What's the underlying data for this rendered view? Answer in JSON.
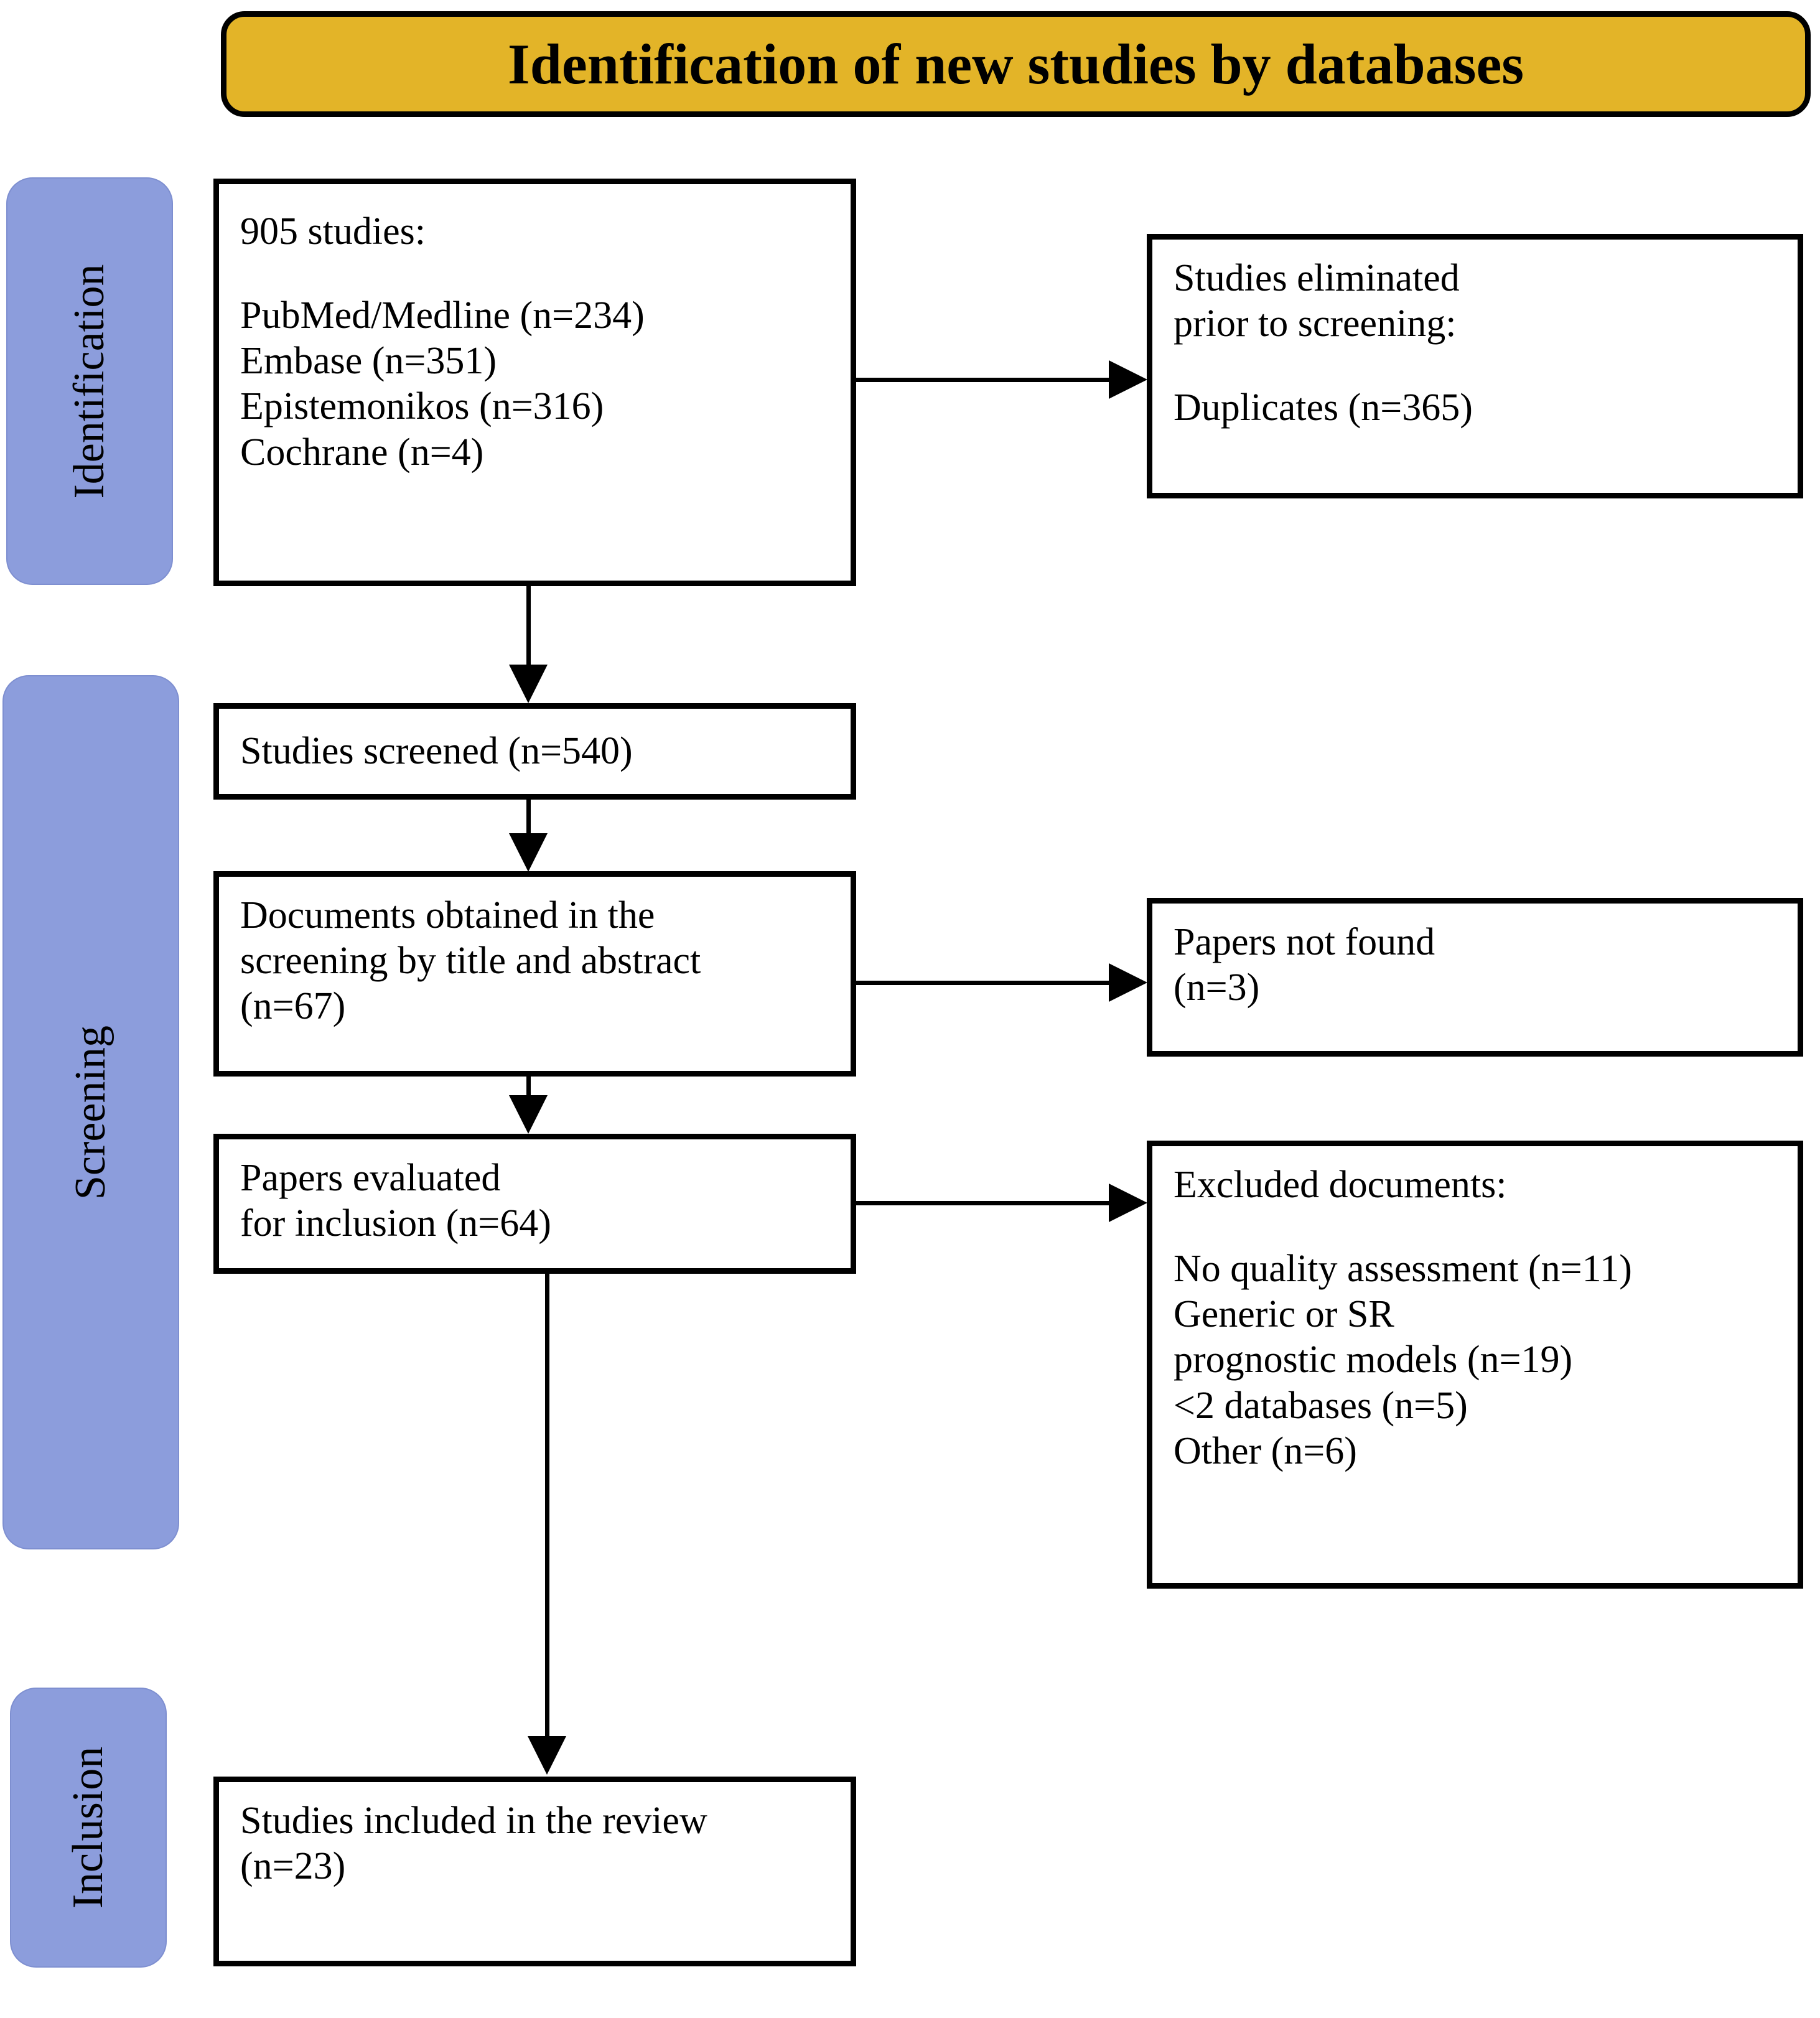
{
  "title": "Identification of new studies by databases",
  "colors": {
    "banner": "#E3B428",
    "stage_band": "#8C9DDC",
    "box_border": "#000000",
    "text": "#000000"
  },
  "stages": [
    {
      "key": "identification",
      "label": "Identification"
    },
    {
      "key": "screening",
      "label": "Screening"
    },
    {
      "key": "inclusion",
      "label": "Inclusion"
    }
  ],
  "boxes": {
    "records_identified": {
      "name": "records-identified",
      "lines": [
        "905 studies:",
        "",
        "PubMed/Medline (n=234)",
        "Embase (n=351)",
        "Epistemonikos (n=316)",
        "Cochrane (n=4)"
      ]
    },
    "records_removed": {
      "name": "records-removed-before-screening",
      "lines": [
        "Studies eliminated",
        "prior to screening:",
        "",
        "Duplicates  (n=365)"
      ]
    },
    "studies_screened": {
      "name": "studies-screened",
      "lines": [
        "Studies screened (n=540)"
      ]
    },
    "documents_obtained": {
      "name": "documents-obtained",
      "lines": [
        "Documents obtained in the",
        "screening by title and abstract",
        "(n=67)"
      ]
    },
    "papers_not_found": {
      "name": "papers-not-found",
      "lines": [
        "Papers not found",
        "(n=3)"
      ]
    },
    "papers_evaluated": {
      "name": "papers-evaluated-for-inclusion",
      "lines": [
        "Papers evaluated",
        "for inclusion (n=64)"
      ]
    },
    "excluded_documents": {
      "name": "excluded-documents",
      "lines": [
        "Excluded documents:",
        "",
        "No quality assessment (n=11)",
        "Generic or SR",
        "prognostic models (n=19)",
        "<2 databases (n=5)",
        "Other (n=6)"
      ]
    },
    "studies_included": {
      "name": "studies-included-in-review",
      "lines": [
        "Studies included in the review",
        "(n=23)"
      ]
    }
  },
  "connectors": [
    {
      "name": "records-to-removed",
      "type": "arrow-right"
    },
    {
      "name": "records-to-screened",
      "type": "arrow-down"
    },
    {
      "name": "screened-to-obtained",
      "type": "arrow-down"
    },
    {
      "name": "obtained-to-notfound",
      "type": "arrow-right"
    },
    {
      "name": "obtained-to-evaluated",
      "type": "arrow-down"
    },
    {
      "name": "evaluated-to-excluded",
      "type": "arrow-right"
    },
    {
      "name": "evaluated-to-included",
      "type": "arrow-down"
    }
  ],
  "counts": {
    "total_studies": 905,
    "pubmed_medline": 234,
    "embase": 351,
    "epistemonikos": 316,
    "cochrane": 4,
    "duplicates_removed": 365,
    "studies_screened": 540,
    "documents_obtained": 67,
    "papers_not_found": 3,
    "papers_evaluated": 64,
    "excluded_no_quality_assessment": 11,
    "excluded_generic_or_sr_prognostic_models": 19,
    "excluded_fewer_than_2_databases": 5,
    "excluded_other": 6,
    "studies_included": 23
  }
}
